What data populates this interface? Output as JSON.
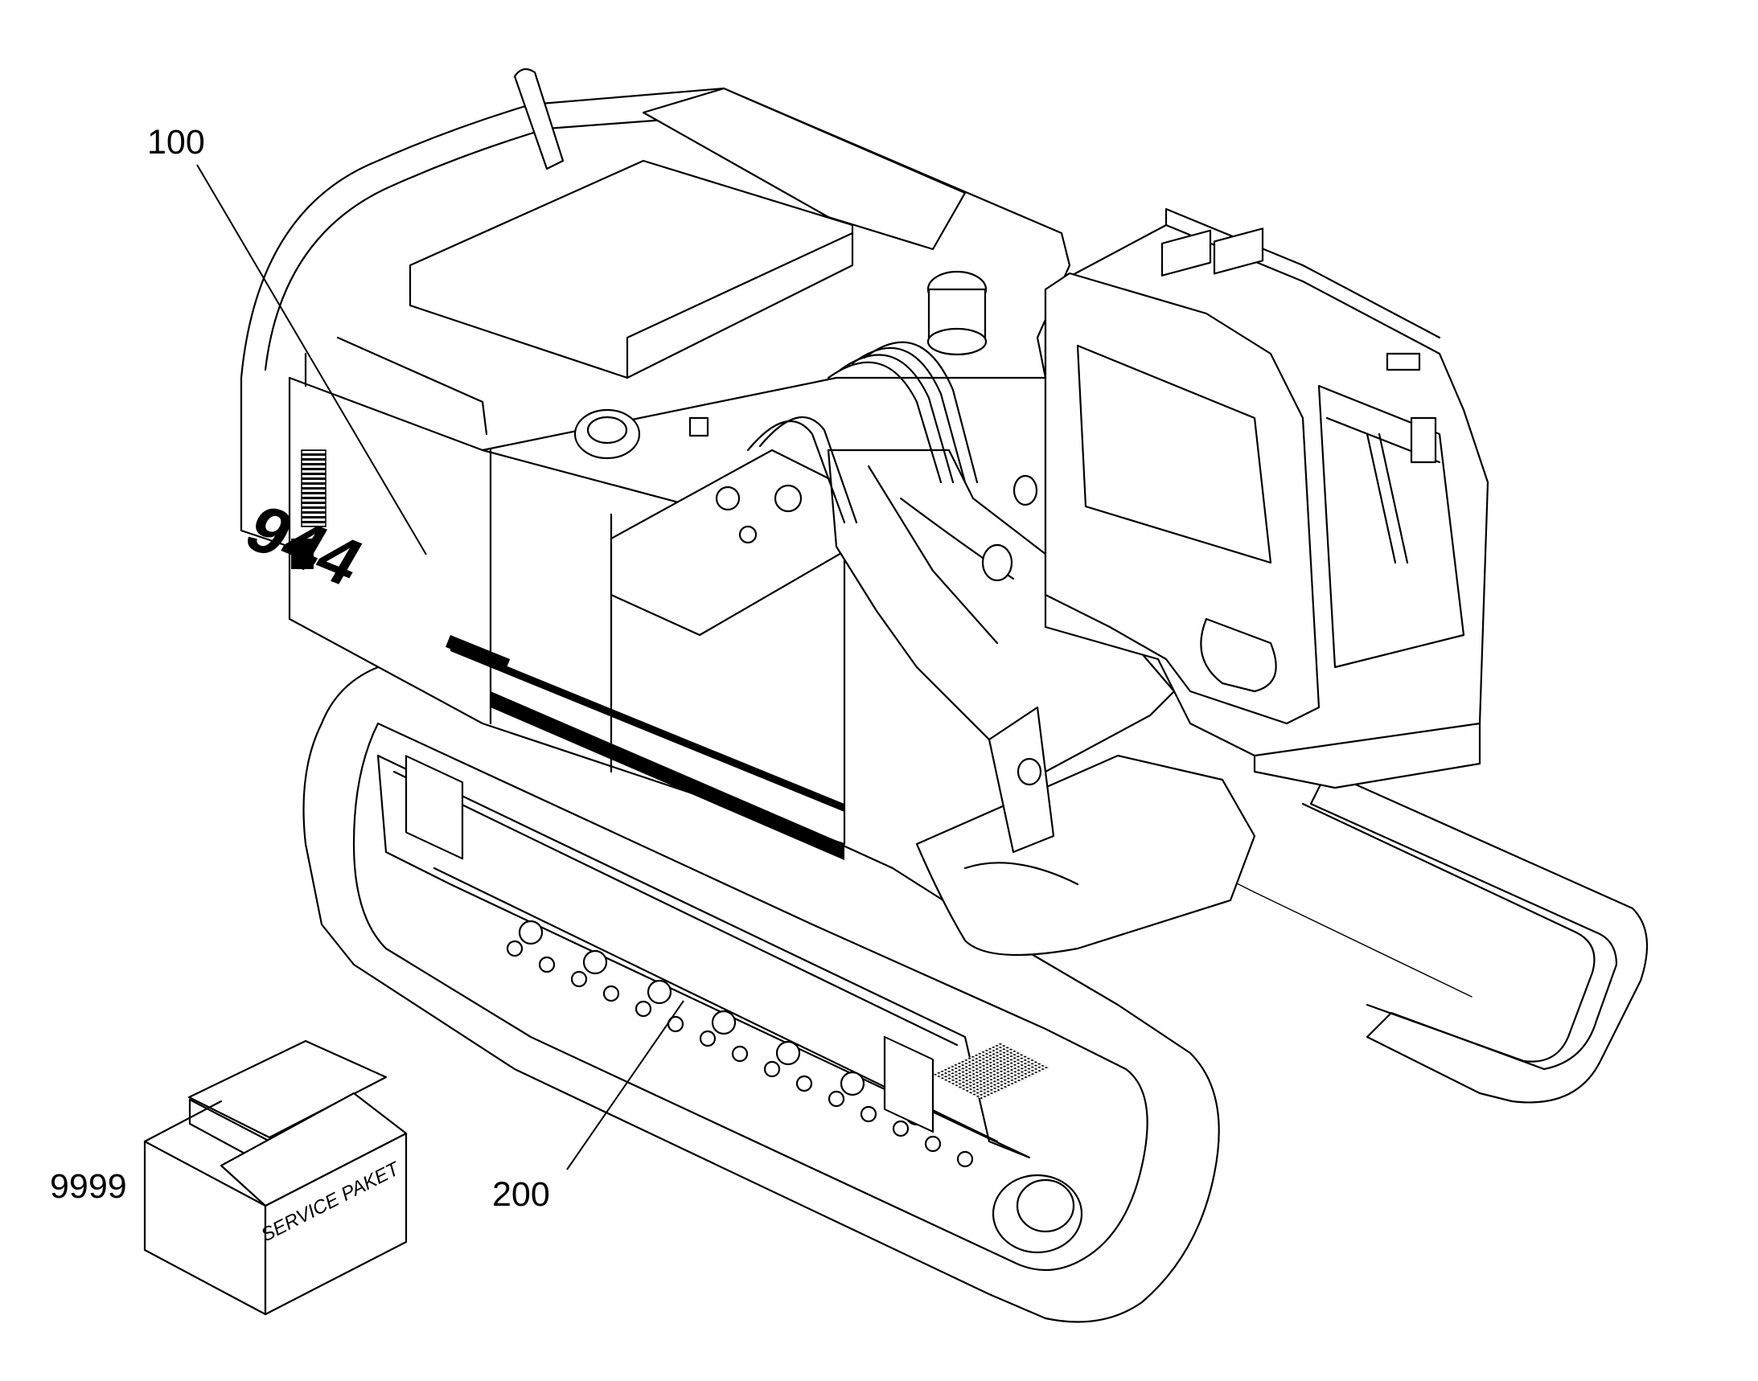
{
  "diagram": {
    "callouts": [
      {
        "id": "upper-carriage",
        "label": "100"
      },
      {
        "id": "undercarriage",
        "label": "200"
      },
      {
        "id": "service-kit",
        "label": "9999"
      }
    ],
    "model_marking": "944",
    "service_box_text": "SERVICE PAKET",
    "colors": {
      "line": "#000000",
      "background": "#ffffff"
    }
  }
}
